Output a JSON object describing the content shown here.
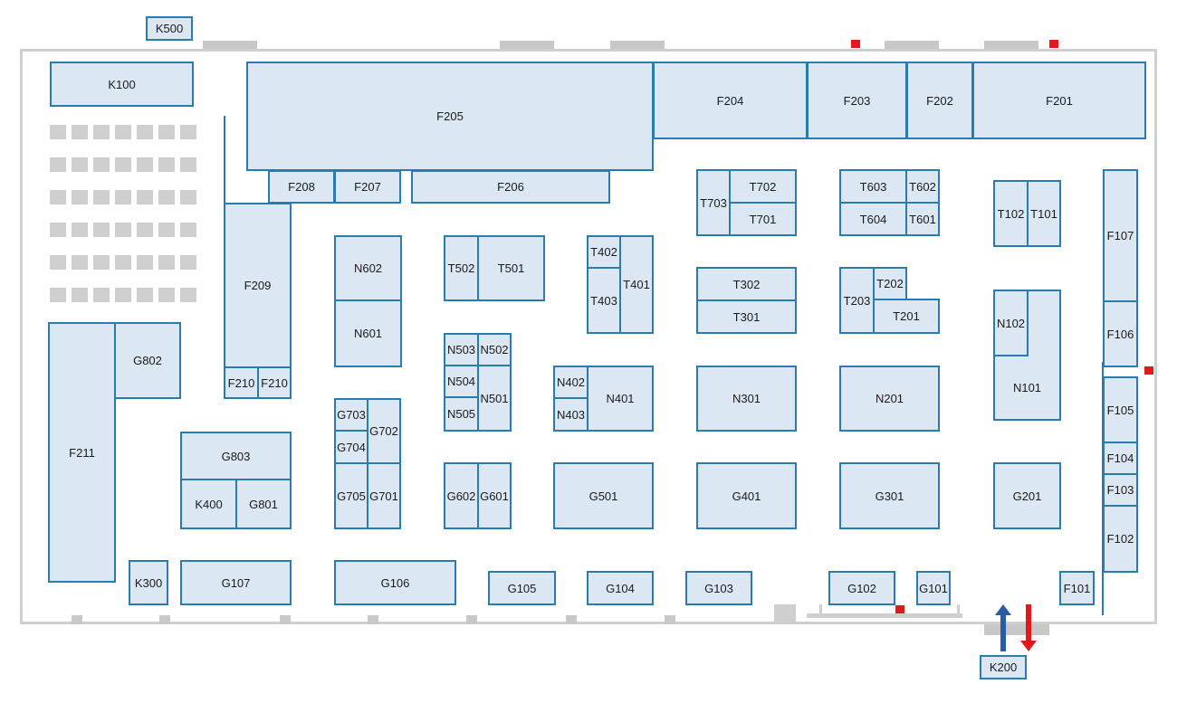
{
  "booths": {
    "K500": "K500",
    "K100": "K100",
    "K200": "K200",
    "K300": "K300",
    "K400": "K400",
    "F201": "F201",
    "F202": "F202",
    "F203": "F203",
    "F204": "F204",
    "F205": "F205",
    "F206": "F206",
    "F207": "F207",
    "F208": "F208",
    "F209": "F209",
    "F210": "F210",
    "F211": "F211",
    "F101": "F101",
    "F102": "F102",
    "F103": "F103",
    "F104": "F104",
    "F105": "F105",
    "F106": "F106",
    "F107": "F107",
    "T101": "T101",
    "T102": "T102",
    "T201": "T201",
    "T202": "T202",
    "T203": "T203",
    "T301": "T301",
    "T302": "T302",
    "T401": "T401",
    "T402": "T402",
    "T403": "T403",
    "T501": "T501",
    "T502": "T502",
    "T601": "T601",
    "T602": "T602",
    "T603": "T603",
    "T604": "T604",
    "T701": "T701",
    "T702": "T702",
    "T703": "T703",
    "N101": "N101",
    "N102": "N102",
    "N201": "N201",
    "N301": "N301",
    "N401": "N401",
    "N402": "N402",
    "N403": "N403",
    "N501": "N501",
    "N502": "N502",
    "N503": "N503",
    "N504": "N504",
    "N505": "N505",
    "N601": "N601",
    "N602": "N602",
    "G101": "G101",
    "G102": "G102",
    "G103": "G103",
    "G104": "G104",
    "G105": "G105",
    "G106": "G106",
    "G107": "G107",
    "G201": "G201",
    "G301": "G301",
    "G401": "G401",
    "G501": "G501",
    "G601": "G601",
    "G602": "G602",
    "G701": "G701",
    "G702": "G702",
    "G703": "G703",
    "G704": "G704",
    "G705": "G705",
    "G801": "G801",
    "G802": "G802",
    "G803": "G803"
  },
  "colors": {
    "booth_fill": "#dbe8f4",
    "booth_border": "#2a7bae",
    "wall": "#cfcfcf",
    "exit": "#e0191d",
    "arrow_in": "#2a5aa8",
    "arrow_out": "#e0191d"
  },
  "icons": [
    "entrance-arrow-icon",
    "exit-arrow-icon",
    "emergency-exit-icon"
  ]
}
